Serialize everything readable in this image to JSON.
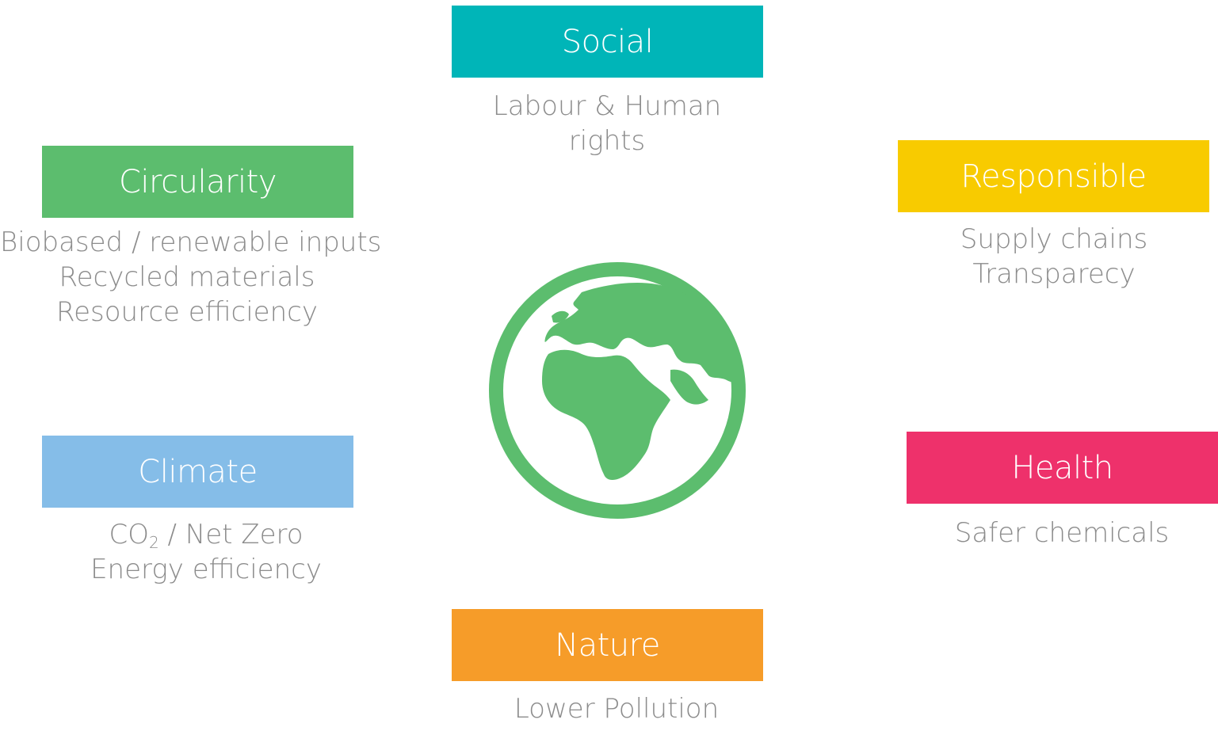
{
  "colors": {
    "social": "#00b5b8",
    "circularity": "#5cbd6e",
    "responsible": "#f8cb00",
    "climate": "#85bde8",
    "health": "#ee316b",
    "nature": "#f69c29",
    "globe": "#5cbd6e",
    "description_text": "#8c8c8c"
  },
  "center": {
    "icon": "globe-icon"
  },
  "categories": [
    {
      "id": "social",
      "title": "Social",
      "lines": [
        "Labour & Human",
        "rights"
      ]
    },
    {
      "id": "circularity",
      "title": "Circularity",
      "lines": [
        "Biobased / renewable inputs",
        "Recycled materials",
        "Resource efficiency"
      ]
    },
    {
      "id": "responsible",
      "title": "Responsible",
      "lines": [
        "Supply chains",
        "Transparecy"
      ]
    },
    {
      "id": "climate",
      "title": "Climate",
      "lines": [
        {
          "base": "CO",
          "sub": "2",
          "rest": " / Net Zero"
        },
        "Energy efficiency"
      ]
    },
    {
      "id": "health",
      "title": "Health",
      "lines": [
        "Safer chemicals"
      ]
    },
    {
      "id": "nature",
      "title": "Nature",
      "lines": [
        "Lower Pollution"
      ]
    }
  ]
}
